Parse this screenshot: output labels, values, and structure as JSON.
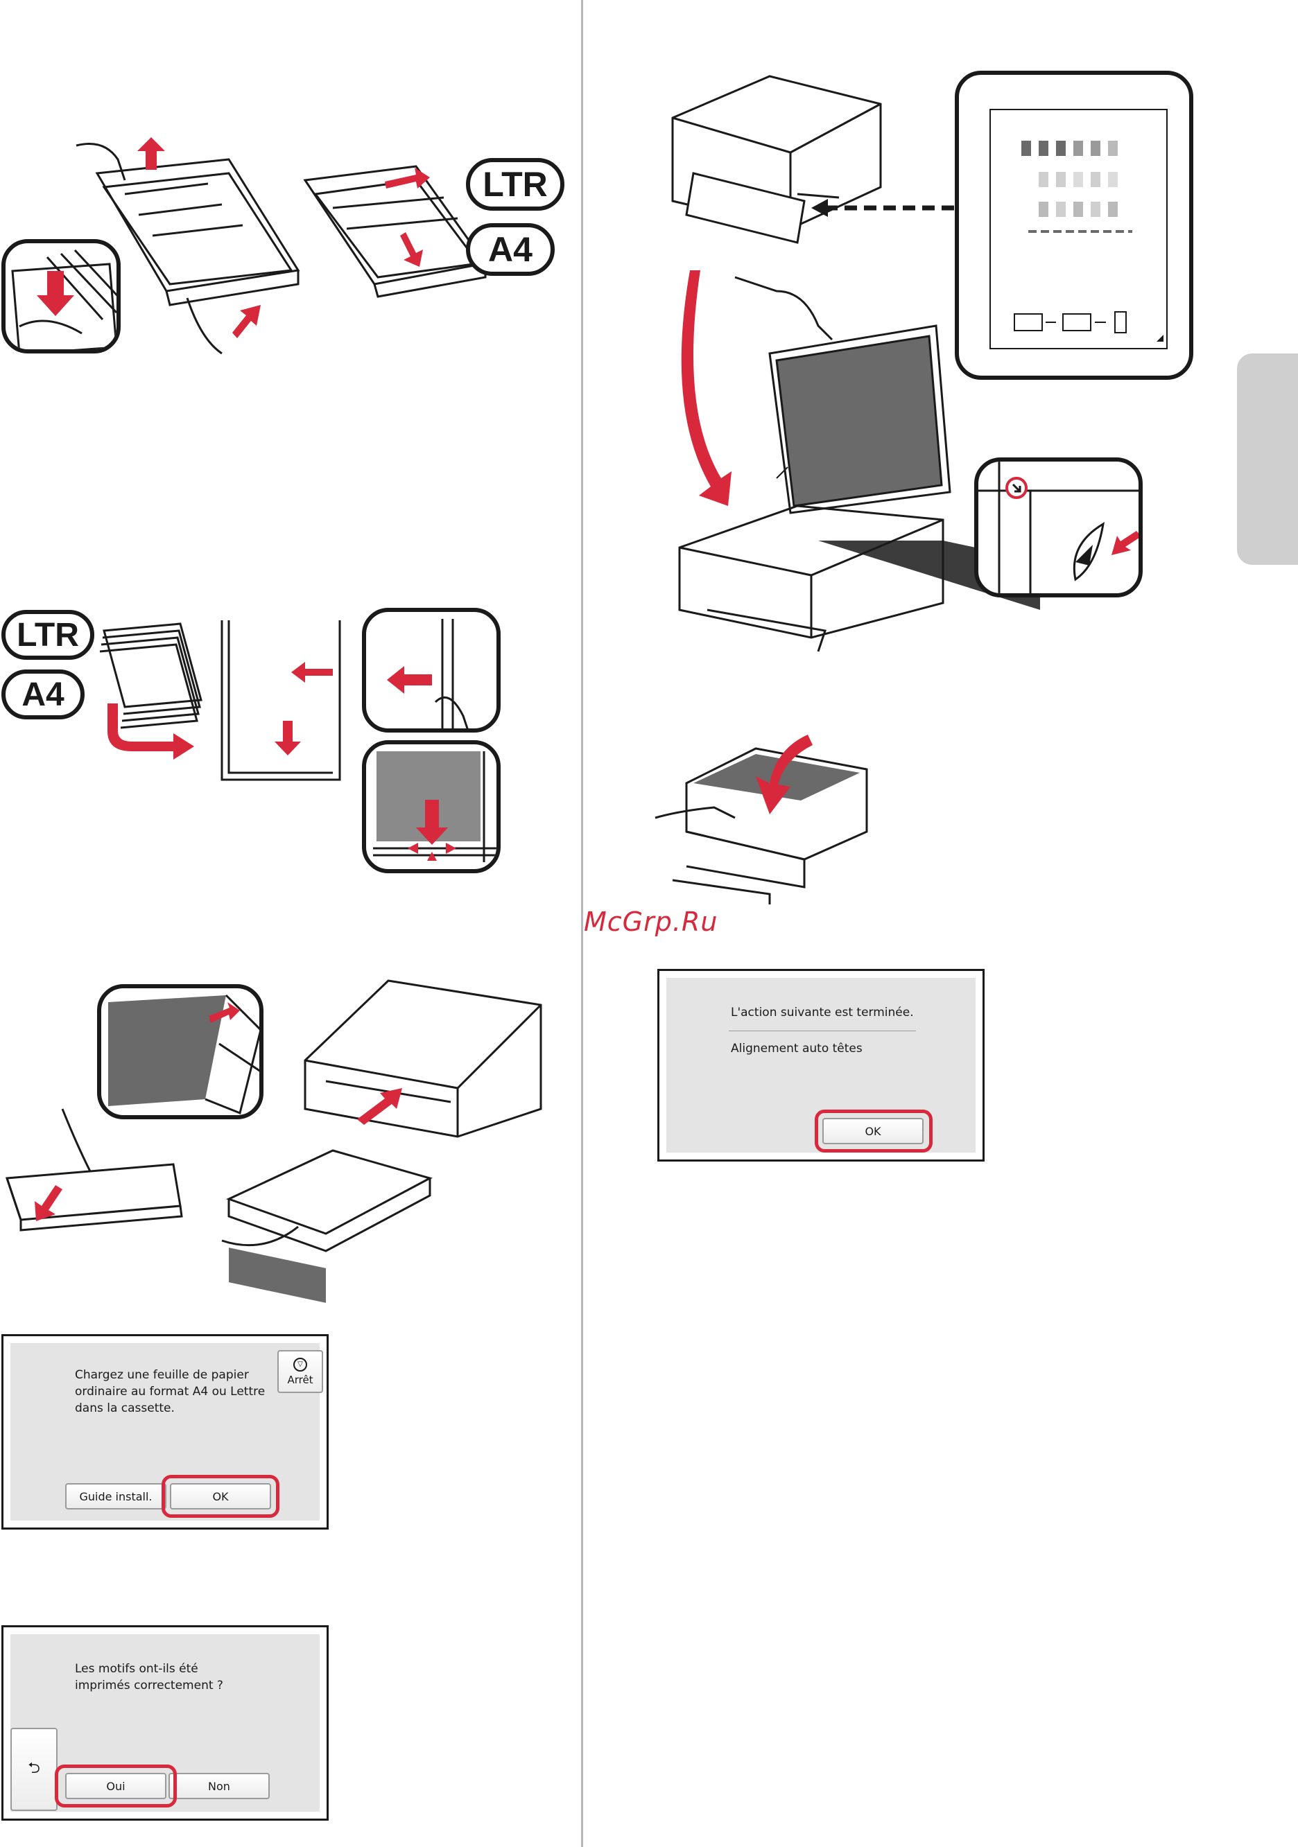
{
  "labels": {
    "ltr": "LTR",
    "a4": "A4"
  },
  "watermark": "McGrp.Ru",
  "screen_load_paper": {
    "message": "Chargez une feuille de papier ordinaire au format A4 ou Lettre dans la cassette.",
    "stop_label": "Arrêt",
    "guide_button": "Guide install.",
    "ok_button": "OK"
  },
  "screen_patterns": {
    "message": "Les motifs ont-ils été imprimés correctement ?",
    "yes_button": "Oui",
    "no_button": "Non"
  },
  "screen_complete": {
    "line1": "L'action suivante est terminée.",
    "line2": "Alignement auto têtes",
    "ok_button": "OK"
  },
  "colors": {
    "accent_red": "#d8283b",
    "ink": "#1a1a1a",
    "screen_bg": "#e4e4e4",
    "tab_gray": "#cfcfcf"
  },
  "icons": [
    "stop-icon",
    "back-icon",
    "arrow-icon"
  ]
}
